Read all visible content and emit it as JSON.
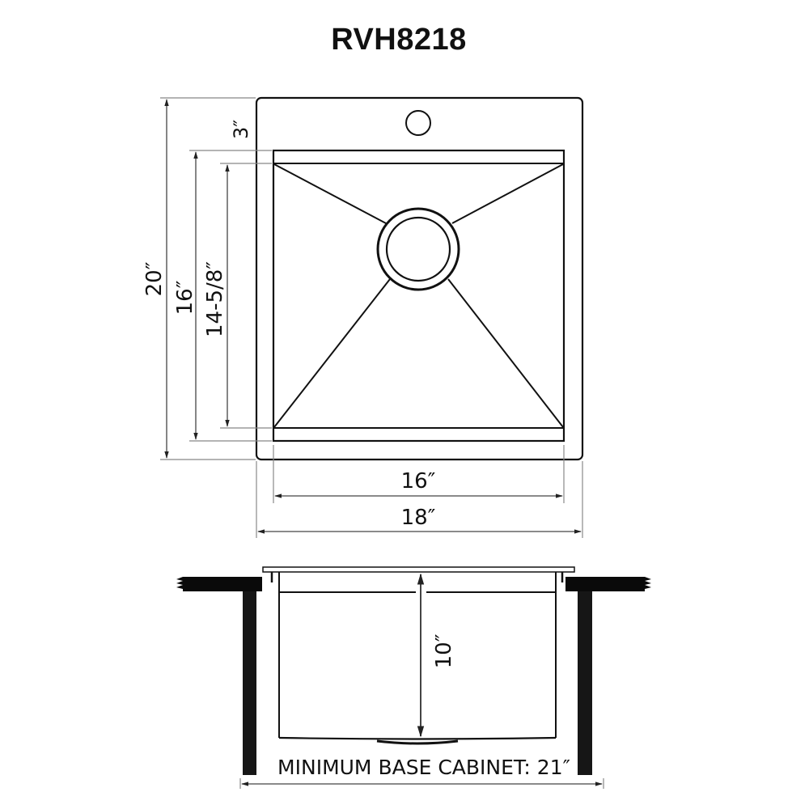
{
  "title": "RVH8218",
  "top_view": {
    "dimensions": {
      "faucet_deck": "3″",
      "overall_depth": "20″",
      "bowl_depth_outer": "16″",
      "bowl_depth_inner": "14-5/8″",
      "bowl_width": "16″",
      "overall_width": "18″"
    }
  },
  "side_view": {
    "dimensions": {
      "bowl_height": "10″"
    },
    "cabinet_label": "MINIMUM BASE CABINET: 21″"
  },
  "colors": {
    "line": "#111111",
    "dimension_line": "#7a7a7a",
    "counter": "#0a0a0a",
    "background": "#ffffff"
  }
}
